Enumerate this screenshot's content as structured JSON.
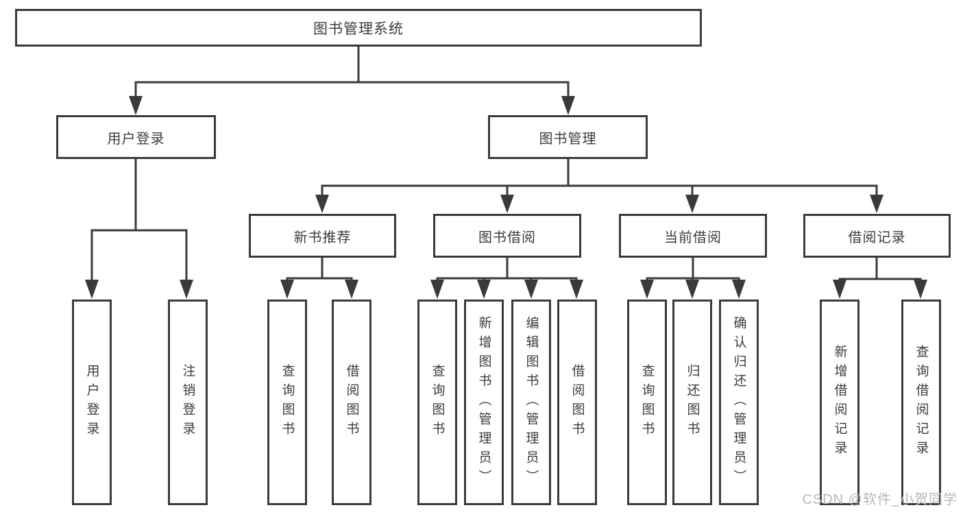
{
  "diagram": {
    "root": {
      "label": "图书管理系统",
      "children": [
        {
          "label": "用户登录",
          "children": [
            {
              "label": "用户登录"
            },
            {
              "label": "注销登录"
            }
          ]
        },
        {
          "label": "图书管理",
          "children": [
            {
              "label": "新书推荐",
              "children": [
                {
                  "label": "查询图书"
                },
                {
                  "label": "借阅图书"
                }
              ]
            },
            {
              "label": "图书借阅",
              "children": [
                {
                  "label": "查询图书"
                },
                {
                  "label": "新增图书（管理员）"
                },
                {
                  "label": "编辑图书（管理员）"
                },
                {
                  "label": "借阅图书"
                }
              ]
            },
            {
              "label": "当前借阅",
              "children": [
                {
                  "label": "查询图书"
                },
                {
                  "label": "归还图书"
                },
                {
                  "label": "确认归还（管理员）"
                }
              ]
            },
            {
              "label": "借阅记录",
              "children": [
                {
                  "label": "新增借阅记录"
                },
                {
                  "label": "查询借阅记录"
                }
              ]
            }
          ]
        }
      ]
    }
  },
  "watermark": {
    "text": "CSDN @软件_小贺同学"
  },
  "colors": {
    "line": "#3a3a3a",
    "text": "#3c3c3c",
    "watermark": "#b8b8b8",
    "box_background": "#ffffff"
  }
}
